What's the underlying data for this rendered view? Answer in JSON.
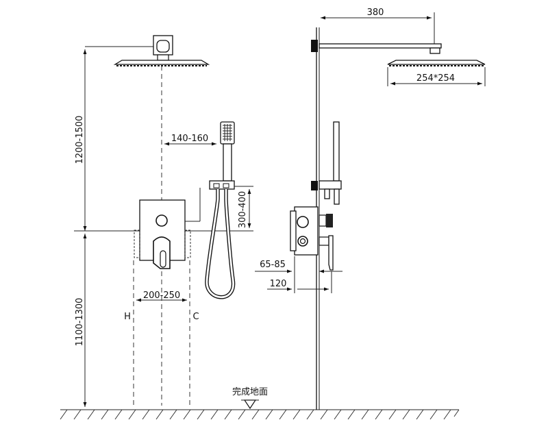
{
  "dimensions": {
    "arm_length": "380",
    "head_size": "254*254",
    "handshower_offset": "140-160",
    "height_range_upper": "1200-1500",
    "height_range_lower": "1100-1300",
    "outlet_height": "300-400",
    "inlet_spacing": "200-250",
    "depth_a": "65-85",
    "depth_b": "120"
  },
  "labels": {
    "hot": "H",
    "cold": "C",
    "floor": "完成地面"
  }
}
